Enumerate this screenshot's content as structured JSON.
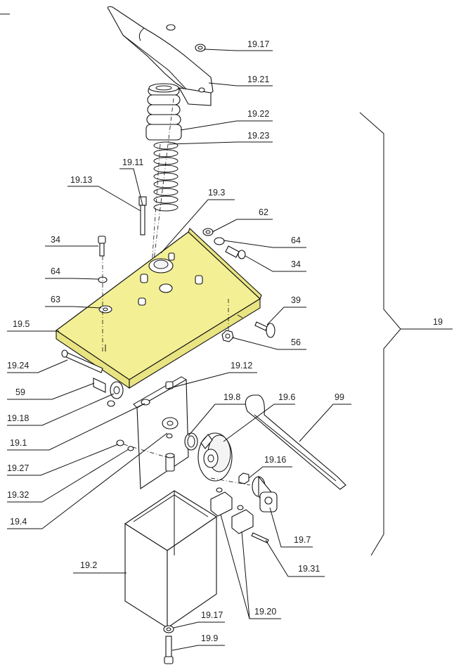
{
  "diagram": {
    "highlight_color": "#f3ef95",
    "line_color": "#111111",
    "callouts": {
      "c19_17_top": "19.17",
      "c19_21": "19.21",
      "c19_22": "19.22",
      "c19_23": "19.23",
      "c19_11": "19.11",
      "c19_13": "19.13",
      "c19_3": "19.3",
      "c62": "62",
      "c64_right": "64",
      "c34_right": "34",
      "c34_left": "34",
      "c64_left": "64",
      "c63": "63",
      "c39": "39",
      "c19": "19",
      "c19_5": "19.5",
      "c56": "56",
      "c19_24": "19.24",
      "c19_12": "19.12",
      "c59": "59",
      "c19_8": "19.8",
      "c19_6": "19.6",
      "c99": "99",
      "c19_18": "19.18",
      "c19_1": "19.1",
      "c19_16": "19.16",
      "c19_27": "19.27",
      "c19_32": "19.32",
      "c19_4": "19.4",
      "c19_7": "19.7",
      "c19_2": "19.2",
      "c19_31": "19.31",
      "c19_20": "19.20",
      "c19_17_bottom": "19.17",
      "c19_9": "19.9"
    }
  }
}
